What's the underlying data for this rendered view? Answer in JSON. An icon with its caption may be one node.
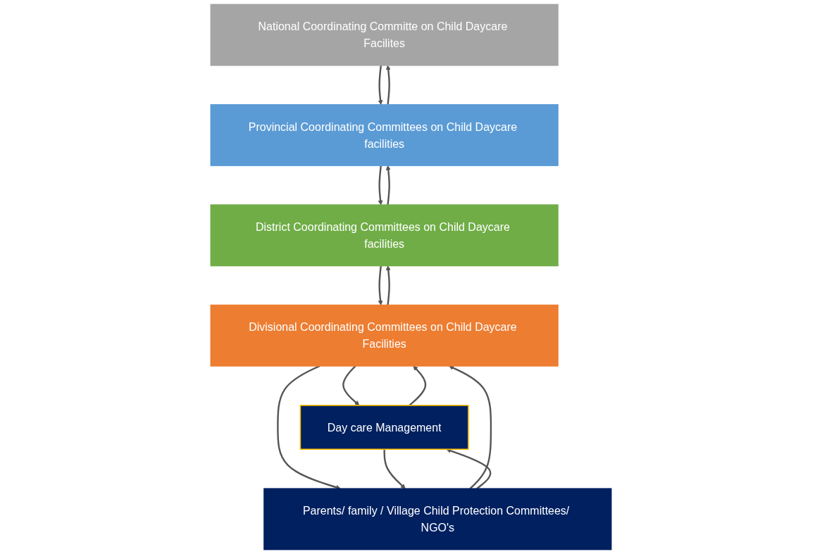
{
  "diagram": {
    "nodes": [
      {
        "text": [
          "National Coordinating Committe on Child Daycare Facilites"
        ]
      },
      {
        "text": [
          "Provincial Coordinating Committees on Child Daycare facilities"
        ]
      },
      {
        "text": [
          "District Coordinating Committees on Child Daycare facilities"
        ]
      },
      {
        "text": [
          "Divisional Coordinating Committees on Child Daycare Facilities"
        ]
      },
      {
        "text": [
          "Day care Management"
        ]
      },
      {
        "text": [
          "Parents/ family / Village Child Protection Committees/ NGO's"
        ]
      }
    ],
    "edges": [
      {
        "from": 0,
        "to": 1,
        "arrow": "to"
      },
      {
        "from": 1,
        "to": 0,
        "arrow": "to"
      },
      {
        "from": 1,
        "to": 2,
        "arrow": "to"
      },
      {
        "from": 2,
        "to": 1,
        "arrow": "to"
      },
      {
        "from": 2,
        "to": 3,
        "arrow": "to"
      },
      {
        "from": 3,
        "to": 2,
        "arrow": "to"
      },
      {
        "from": 3,
        "to": 4,
        "arrow": "to"
      },
      {
        "from": 4,
        "to": 3,
        "arrow": "to"
      },
      {
        "from": 3,
        "to": 5,
        "arrow": "to"
      },
      {
        "from": 5,
        "to": 3,
        "arrow": "to"
      },
      {
        "from": 5,
        "to": 4,
        "arrow": "to"
      },
      {
        "from": 4,
        "to": 5,
        "arrow": "to"
      }
    ]
  }
}
